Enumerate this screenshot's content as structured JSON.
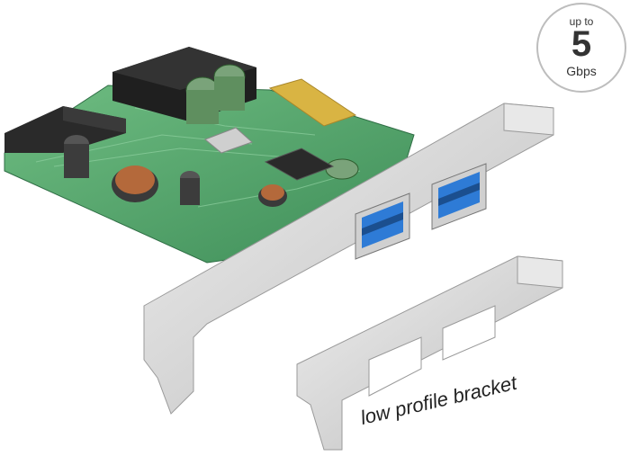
{
  "badge": {
    "line1": "up to",
    "value": "5",
    "unit": "Gbps"
  },
  "caption": "low profile bracket",
  "colors": {
    "pcb": "#5aa66e",
    "bracket": "#d6d6d6",
    "usb_blue": "#2e7bd6",
    "gold": "#d9b443"
  }
}
